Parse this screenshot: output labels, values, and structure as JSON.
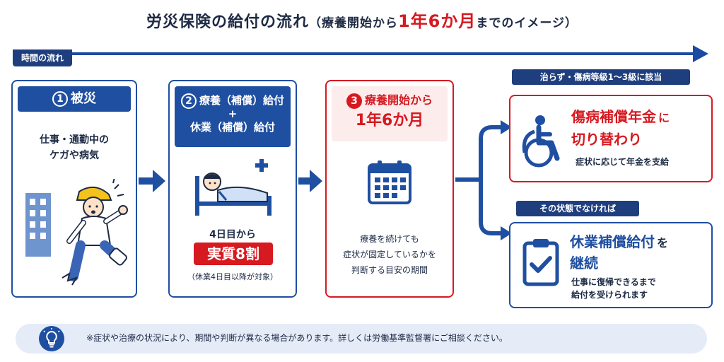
{
  "title": {
    "main": "労災保険の給付の流れ",
    "sub_open": "（療養開始から",
    "sub_highlight": "1年6か月",
    "sub_close": "までのイメージ）"
  },
  "timeline": {
    "label": "時間の流れ"
  },
  "step1": {
    "number": "1",
    "heading": "被災",
    "text_line1": "仕事・通勤中の",
    "text_line2": "ケガや病気"
  },
  "step2": {
    "number": "2",
    "heading_line1": "療養（補償）給付",
    "plus": "+",
    "heading_line2": "休業（補償）給付",
    "from_day": "4日目から",
    "rate": "実質8割",
    "note": "（休業4日目以降が対象）"
  },
  "step3": {
    "number": "3",
    "heading_line1": "療養開始から",
    "heading_line2": "1年6か月",
    "text_line1": "療養を続けても",
    "text_line2": "症状が固定しているかを",
    "text_line3": "判断する目安の期間"
  },
  "branch_upper": {
    "condition": "治らず・傷病等級1〜3級に該当",
    "title_line1": "傷病補償年金",
    "title_suffix1": "に",
    "title_line2": "切り替わり",
    "desc": "症状に応じて年金を支給"
  },
  "branch_lower": {
    "condition": "その状態でなければ",
    "title_line1": "休業補償給付",
    "title_suffix1": "を",
    "title_line2": "継続",
    "desc_line1": "仕事に復帰できるまで",
    "desc_line2": "給付を受けられます"
  },
  "note": {
    "text": "※症状や治療の状況により、期間や判断が異なる場合があります。詳しくは労働基準監督署にご相談ください。"
  },
  "colors": {
    "primary_blue": "#1f4fa0",
    "accent_red": "#d71920",
    "note_bg": "#e5ecf7"
  }
}
